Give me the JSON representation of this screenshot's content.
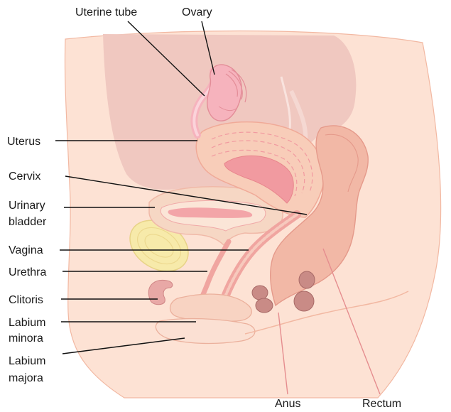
{
  "labels": {
    "uterine_tube": "Uterine tube",
    "ovary": "Ovary",
    "uterus": "Uterus",
    "cervix": "Cervix",
    "urinary_bladder_1": "Urinary",
    "urinary_bladder_2": "bladder",
    "vagina": "Vagina",
    "urethra": "Urethra",
    "clitoris": "Clitoris",
    "labium_minora_1": "Labium",
    "labium_minora_2": "minora",
    "labium_majora_1": "Labium",
    "labium_majora_2": "majora",
    "anus": "Anus",
    "rectum": "Rectum"
  },
  "colors": {
    "skin": "#fde2d4",
    "skin_outline": "#f2b8a2",
    "cavity": "#f0c8c0",
    "uterus": "#f8cdb9",
    "uterine_lining": "#f19aa0",
    "ovary": "#f6b3bd",
    "bladder": "#f6d7c4",
    "rectum": "#f2b8a6",
    "bone": "#f7eaaa",
    "muscle": "#c98b86",
    "leader": "#111111"
  }
}
